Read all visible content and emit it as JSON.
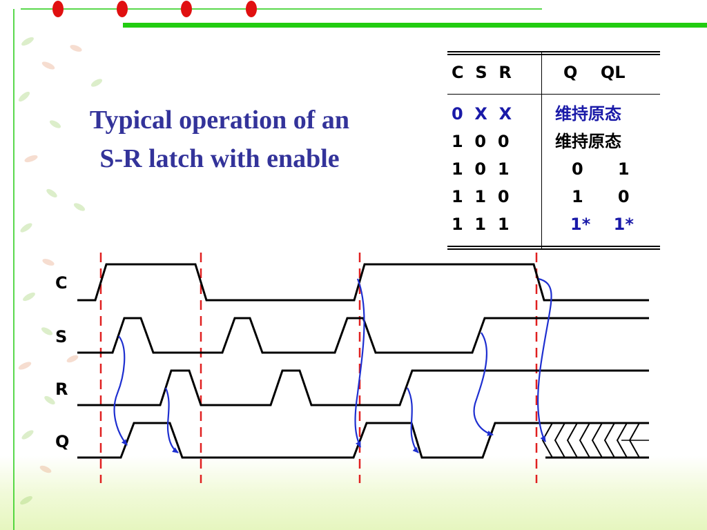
{
  "slide": {
    "title_line1": "Typical operation of an",
    "title_line2": "S-R latch with enable"
  },
  "truth_table": {
    "headers": {
      "inputs": "C  S  R",
      "outputs": "Q    QL"
    },
    "rows": [
      {
        "inputs": "0  X  X",
        "outputs": "维持原态",
        "highlight": true
      },
      {
        "inputs": "1  0  0",
        "outputs": "维持原态",
        "highlight": false
      },
      {
        "inputs": "1  0  1",
        "outputs": "0      1",
        "highlight": false
      },
      {
        "inputs": "1  1  0",
        "outputs": "1      0",
        "highlight": false
      },
      {
        "inputs": "1  1  1",
        "outputs": "1*    1*",
        "highlight": true
      }
    ]
  },
  "timing_diagram": {
    "signals": [
      "C",
      "S",
      "R",
      "Q"
    ]
  },
  "colors": {
    "title": "#33339a",
    "highlight": "#1a1aa8",
    "arrow": "#1e2fd0",
    "marker": "#e02020",
    "accent_bar": "#22cc11",
    "dot": "#e01010"
  }
}
